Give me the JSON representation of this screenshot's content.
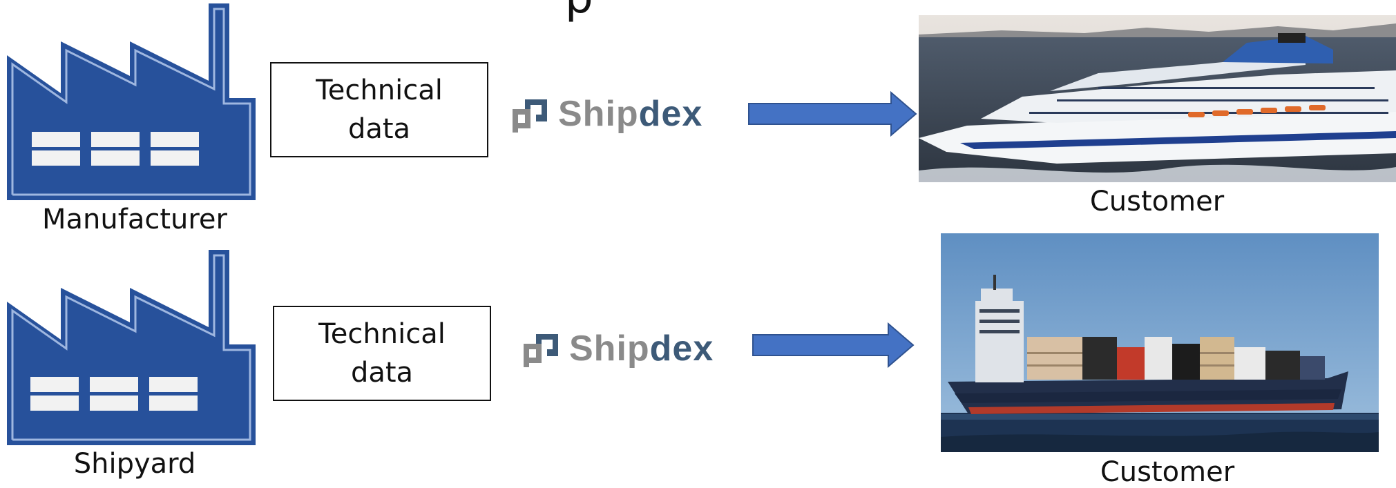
{
  "title_fragment": "p",
  "rows": [
    {
      "source_label": "Manufacturer",
      "box_line1": "Technical",
      "box_line2": "data",
      "logo_part1": "Ship",
      "logo_part2": "dex",
      "target_label": "Customer"
    },
    {
      "source_label": "Shipyard",
      "box_line1": "Technical",
      "box_line2": "data",
      "logo_part1": "Ship",
      "logo_part2": "dex",
      "target_label": "Customer"
    }
  ],
  "colors": {
    "factory": "#27519b",
    "arrow": "#4472c4",
    "logo_gray": "#8a8a8a",
    "logo_blue": "#3d5a78"
  }
}
